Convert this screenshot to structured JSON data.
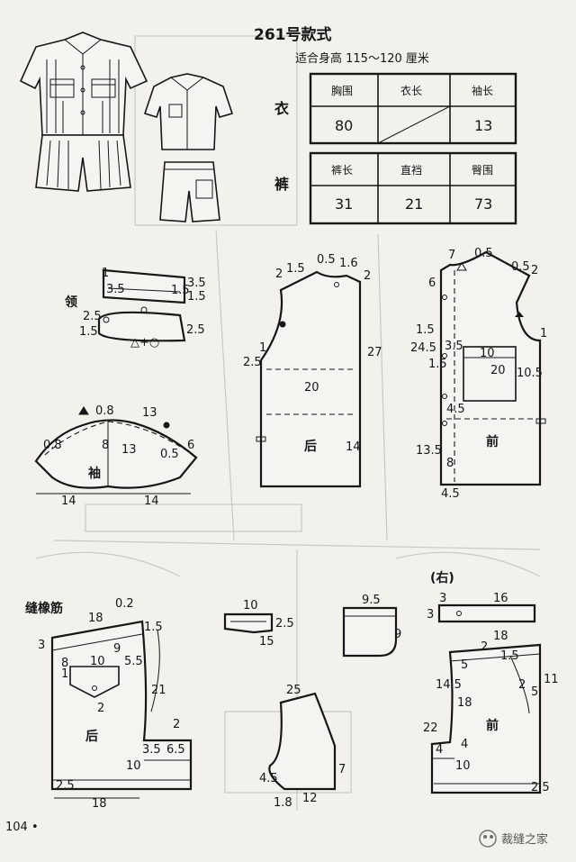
{
  "header": {
    "title": "261号款式",
    "subtitle": "适合身高 115～120 厘米"
  },
  "size_table": {
    "top_label": "衣",
    "top_headers": [
      "胸围",
      "衣长",
      "袖长"
    ],
    "top_values": [
      "80",
      "",
      "13"
    ],
    "bottom_label": "裤",
    "bottom_headers": [
      "裤长",
      "直裆",
      "臀围"
    ],
    "bottom_values": [
      "31",
      "21",
      "73"
    ]
  },
  "labels": {
    "collar": "领",
    "sleeve": "袖",
    "back": "后",
    "front": "前",
    "pants_back": "后",
    "pants_front": "前",
    "elastic": "缝橡筋",
    "right": "(右)"
  },
  "marks": {
    "collar_symbol": "△+○"
  },
  "dims": {
    "collar": [
      "1",
      "3.5",
      "3.5",
      "1.5",
      "2.5",
      "1.5",
      "2.5",
      "1.5"
    ],
    "sleeve": [
      "0.8",
      "13",
      "0.8",
      "8",
      "13",
      "6",
      "0.5",
      "14",
      "14"
    ],
    "back": [
      "2",
      "1.5",
      "0.5",
      "1.6",
      "2",
      "27",
      "1",
      "2.5",
      "20",
      "14"
    ],
    "front": [
      "7",
      "0.5",
      "0.5",
      "2",
      "6",
      "1.5",
      "24.5",
      "1.5",
      "3.5",
      "10",
      "20",
      "10.5",
      "4.5",
      "13.5",
      "8",
      "4.5",
      "1"
    ],
    "pants_back": [
      "18",
      "0.2",
      "1.5",
      "3",
      "8",
      "10",
      "9",
      "5.5",
      "1",
      "2",
      "21",
      "2",
      "3.5",
      "6.5",
      "10",
      "2.5",
      "18"
    ],
    "waistband_small": [
      "10",
      "2.5",
      "15"
    ],
    "pocket_square": [
      "9.5",
      "9"
    ],
    "hip_pocket": [
      "25",
      "4.5",
      "7",
      "1.8",
      "12"
    ],
    "right_band": [
      "3",
      "16",
      "3"
    ],
    "pants_front": [
      "18",
      "5",
      "2",
      "1.5",
      "14.5",
      "18",
      "4",
      "2",
      "5",
      "11",
      "22",
      "4",
      "10",
      "2.5"
    ]
  },
  "footer": {
    "page_number": "104 •",
    "logo_text": "裁缝之家"
  }
}
